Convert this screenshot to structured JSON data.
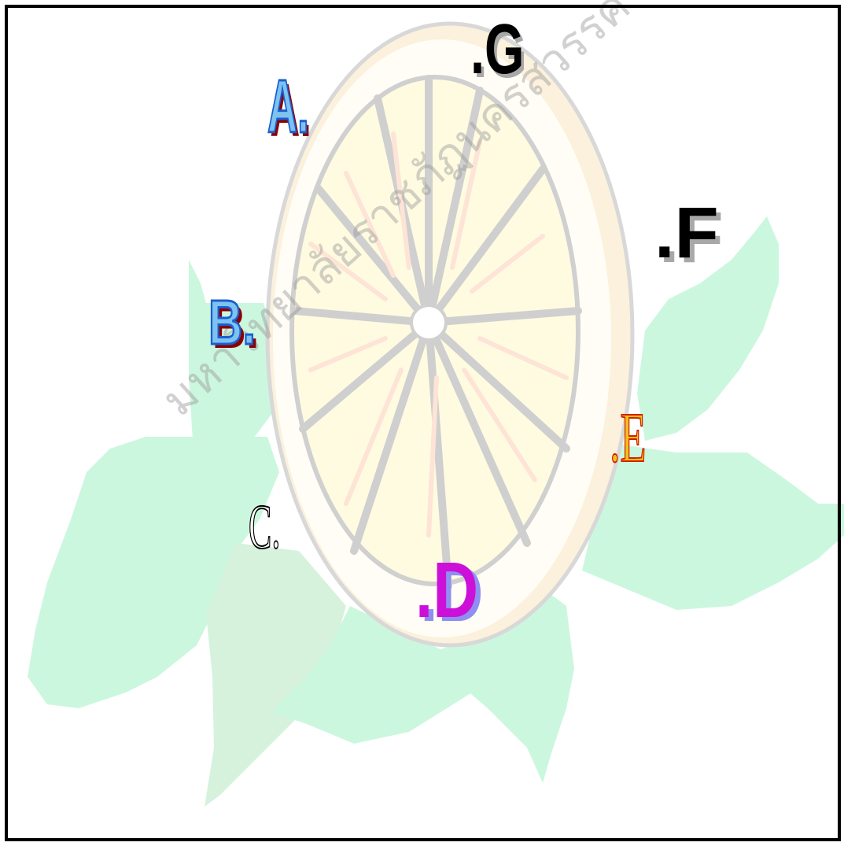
{
  "watermark": "มหาวิทยาลัยราชภัฏนครสวรรค์",
  "labels": {
    "a": "A.",
    "b": "B.",
    "c": "C.",
    "d": ".D",
    "e": ".E",
    "f": ".F",
    "g": ".G"
  },
  "colors": {
    "leaf": "#ccf7df",
    "leaf_dark": "#d6f2dd",
    "peel": "#fbf1dc",
    "pith": "#fffdf6",
    "segment": "#fffbe0",
    "membrane": "#d0d0d0",
    "vesicle": "#fde4d6",
    "frame": "#000000"
  }
}
